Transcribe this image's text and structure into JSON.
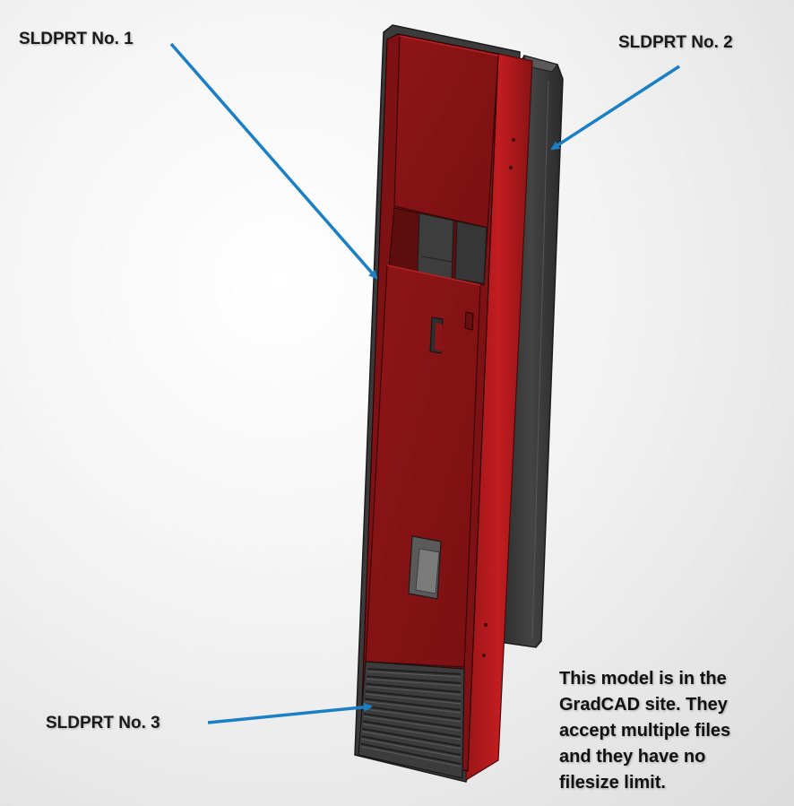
{
  "callouts": {
    "part1": "SLDPRT No. 1",
    "part2": "SLDPRT No. 2",
    "part3": "SLDPRT No. 3"
  },
  "note": {
    "lines": [
      "This model is in the",
      "GradCAD site. They",
      "accept multiple files",
      "and they have no",
      "filesize limit."
    ]
  },
  "colors": {
    "panel_red": "#8c1416",
    "panel_red_light": "#b7191c",
    "housing_dark": "#3a3a3a",
    "arrow_blue": "#1a7fc4"
  }
}
